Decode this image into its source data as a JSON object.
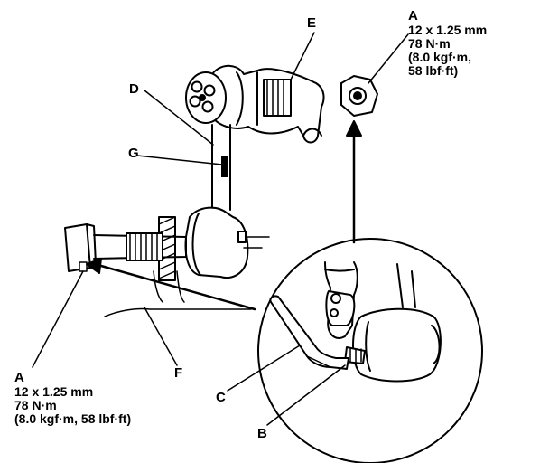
{
  "callouts": {
    "a_top": {
      "letter": "A",
      "line1": "12 x 1.25 mm",
      "line2": "78 N·m",
      "line3": "(8.0 kgf·m,",
      "line4": "58 lbf·ft)"
    },
    "a_bottom": {
      "letter": "A",
      "line1": "12 x 1.25 mm",
      "line2": "78 N·m",
      "line3": "(8.0 kgf·m, 58 lbf·ft)"
    },
    "b": "B",
    "c": "C",
    "d": "D",
    "e": "E",
    "f": "F",
    "g": "G"
  },
  "colors": {
    "ink": "#000000",
    "paper": "#ffffff"
  }
}
